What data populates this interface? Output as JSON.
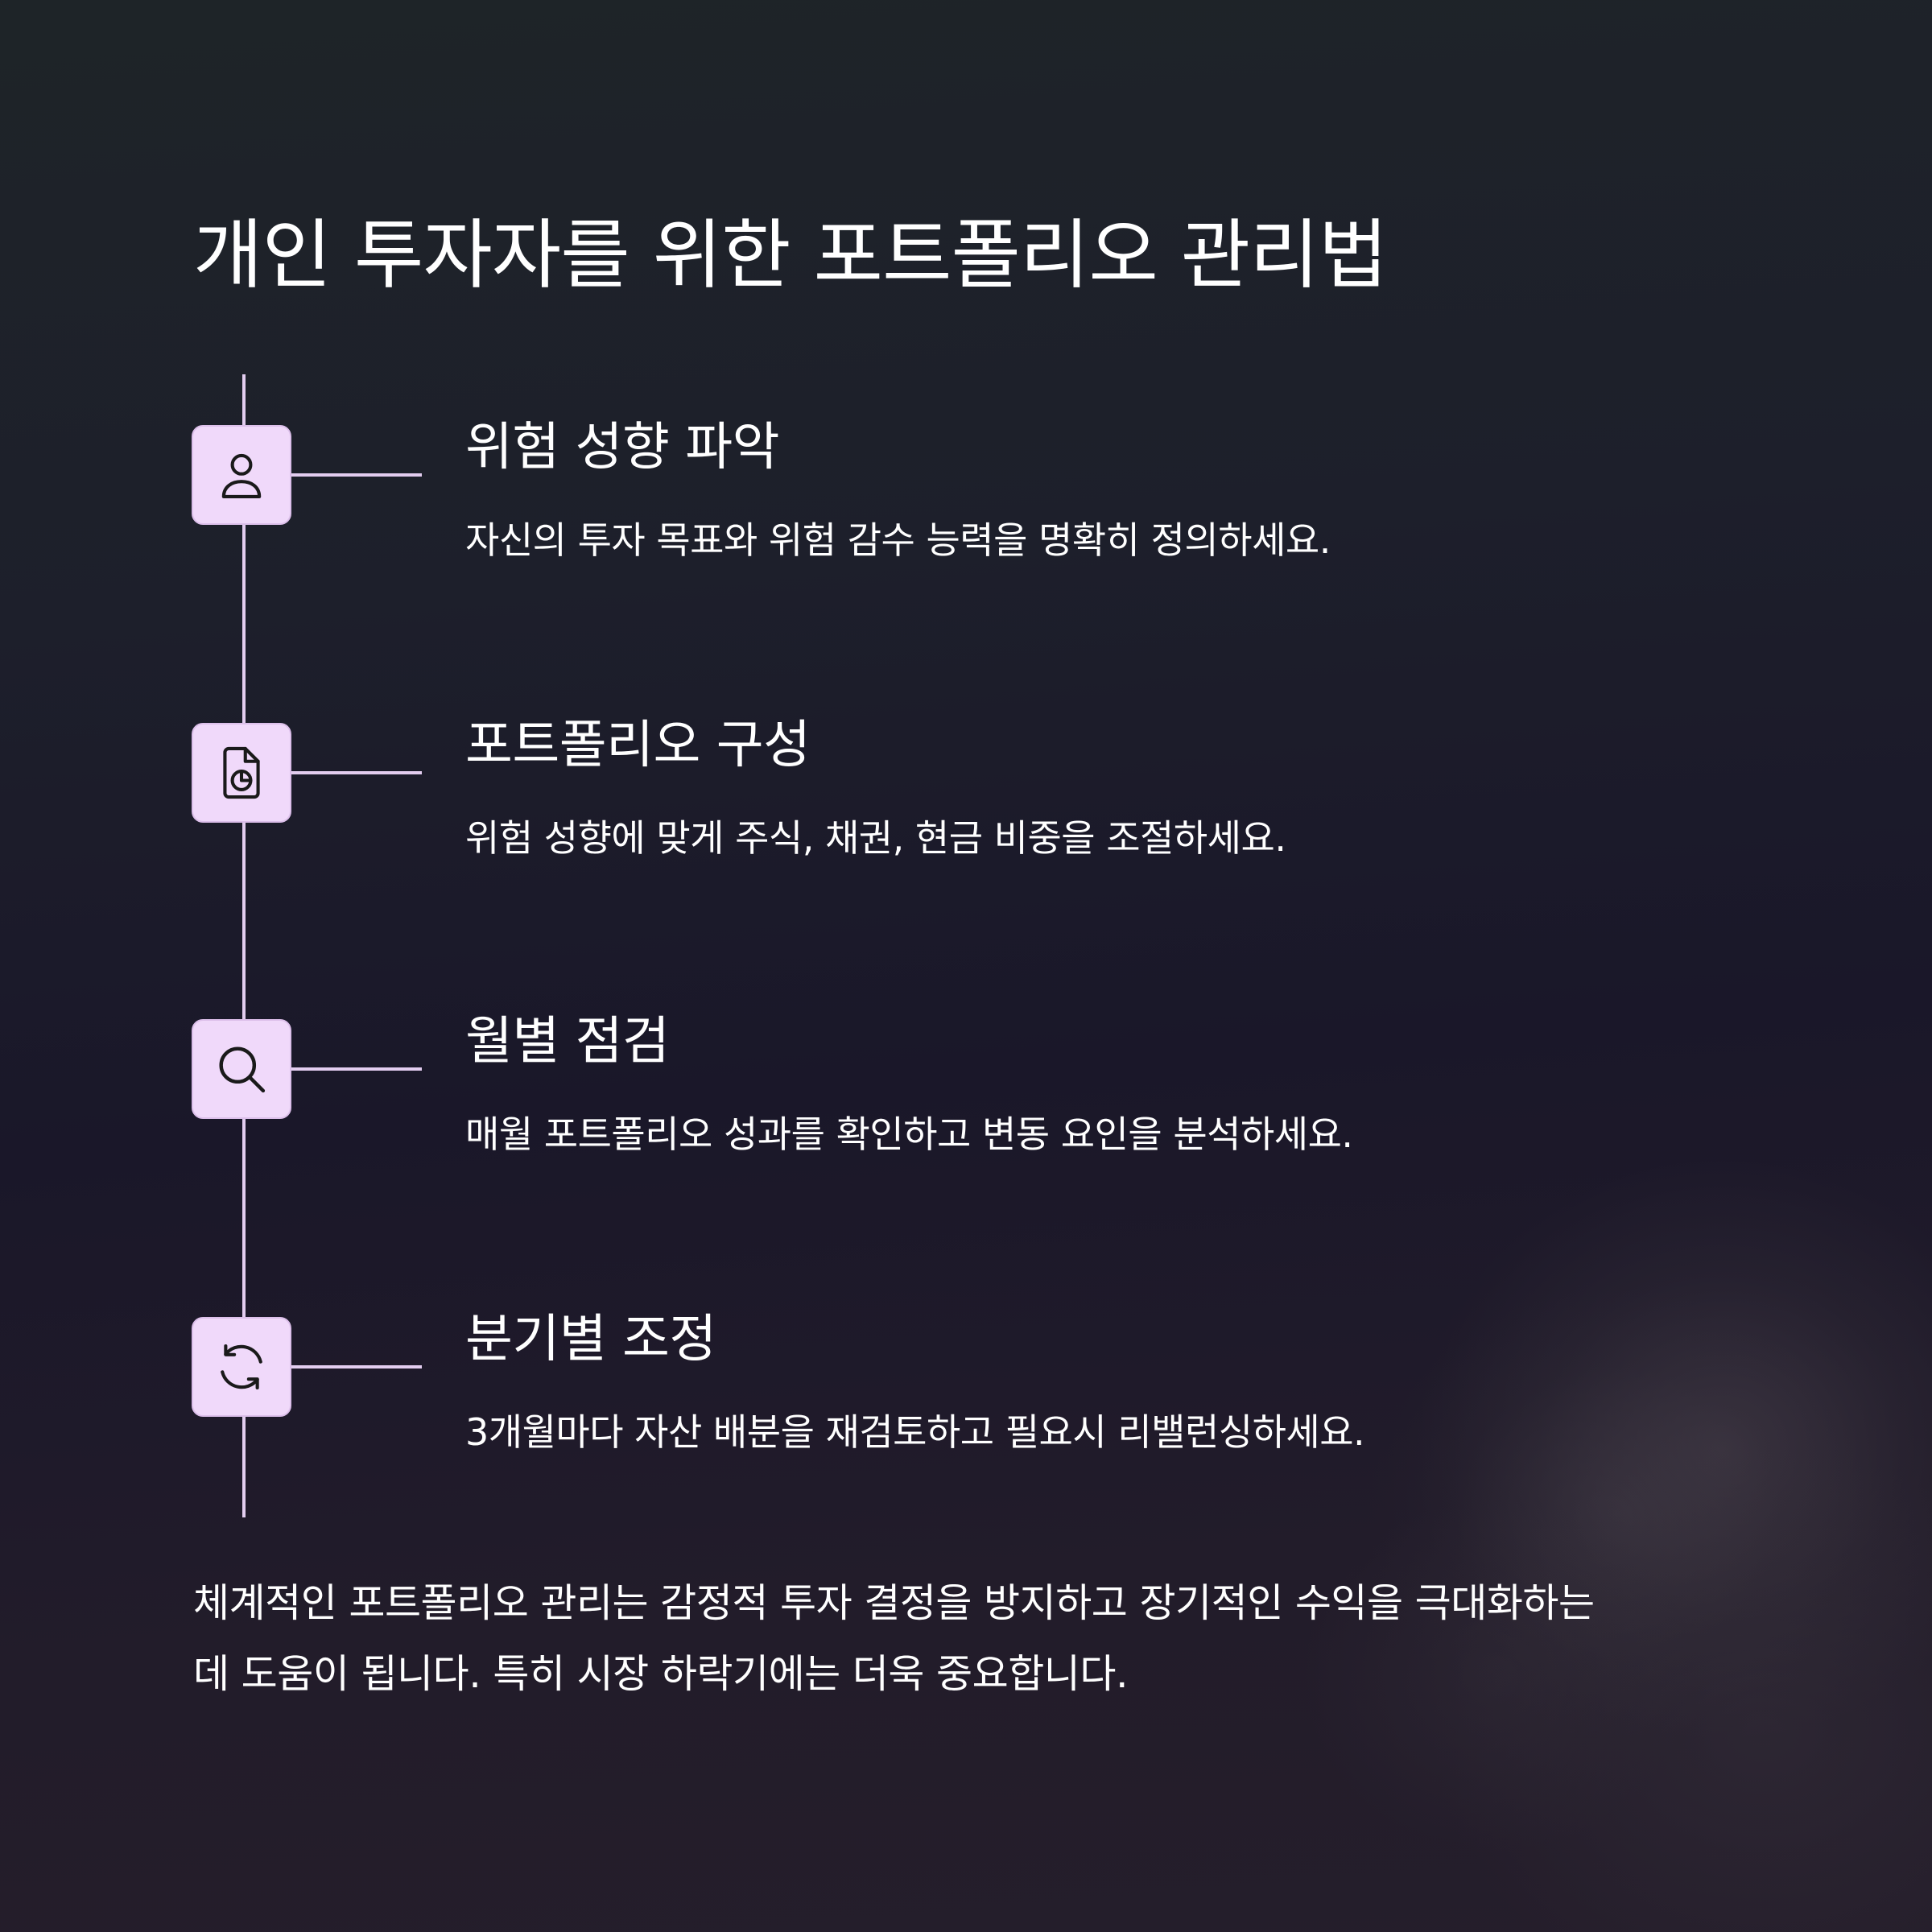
{
  "title": "개인 투자자를 위한 포트폴리오 관리법",
  "steps": [
    {
      "icon": "user-icon",
      "title": "위험 성향 파악",
      "description": "자신의 투자 목표와 위험 감수 능력을 명확히 정의하세요."
    },
    {
      "icon": "file-chart-icon",
      "title": "포트폴리오 구성",
      "description": "위험 성향에 맞게 주식, 채권, 현금 비중을 조절하세요."
    },
    {
      "icon": "search-icon",
      "title": "월별 점검",
      "description": "매월 포트폴리오 성과를 확인하고 변동 요인을 분석하세요."
    },
    {
      "icon": "refresh-icon",
      "title": "분기별 조정",
      "description": "3개월마다 자산 배분을 재검토하고 필요시 리밸런싱하세요."
    }
  ],
  "summary": {
    "line1": "체계적인 포트폴리오 관리는 감정적 투자 결정을 방지하고 장기적인 수익을 극대화하는",
    "line2": "데 도움이 됩니다. 특히 시장 하락기에는 더욱 중요합니다."
  },
  "colors": {
    "accent": "#f0d9fa",
    "line": "#e3cdf0",
    "icon_stroke": "#1a1a1a",
    "text": "#ffffff"
  }
}
